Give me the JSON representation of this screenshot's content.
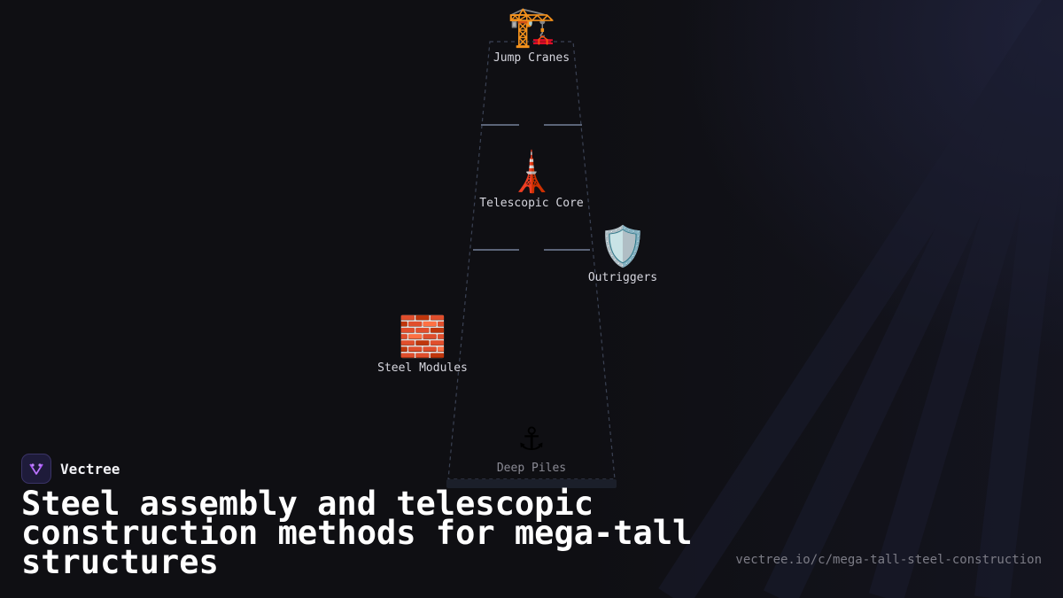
{
  "diagram": {
    "nodes": [
      {
        "id": "jump-cranes",
        "label": "Jump Cranes",
        "icon": "construction-crane-icon",
        "glyph": "🏗️"
      },
      {
        "id": "telescopic-core",
        "label": "Telescopic Core",
        "icon": "tower-icon",
        "glyph": "🗼"
      },
      {
        "id": "outriggers",
        "label": "Outriggers",
        "icon": "shield-icon",
        "glyph": "🛡️"
      },
      {
        "id": "steel-modules",
        "label": "Steel Modules",
        "icon": "brick-icon",
        "glyph": "🧱"
      },
      {
        "id": "deep-piles",
        "label": "Deep Piles",
        "icon": "anchor-icon",
        "glyph": "⚓"
      }
    ],
    "colors": {
      "outline": "#3b4254",
      "floor_line": "#5b6478",
      "base": "#1b1f2a"
    }
  },
  "brand": {
    "name": "Vectree",
    "logo_color": "#a855f7"
  },
  "title": "Steel assembly and telescopic construction methods for mega-tall structures",
  "url": "vectree.io/c/mega-tall-steel-construction"
}
